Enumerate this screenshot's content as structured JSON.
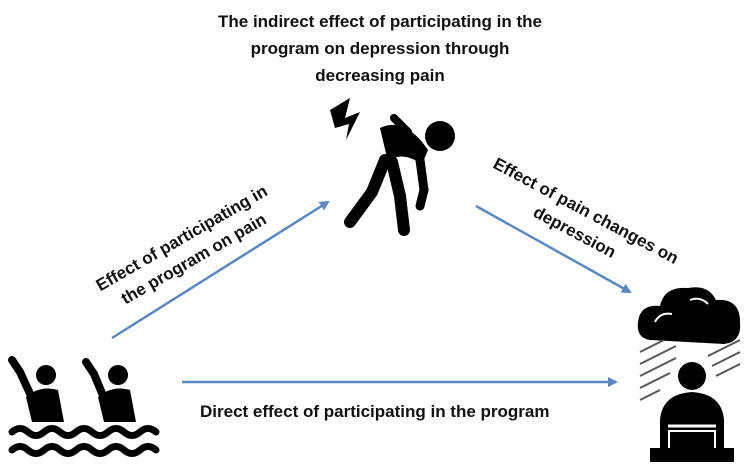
{
  "diagram": {
    "title_lines": [
      "The indirect effect of participating in the",
      "program on depression through",
      "decreasing pain"
    ],
    "left_edge_label_lines": [
      "Effect of participating in",
      "the program on pain"
    ],
    "right_edge_label_lines": [
      "Effect of pain changes on",
      "depression"
    ],
    "bottom_edge_label": "Direct effect of participating in the program"
  },
  "nodes": {
    "program": {
      "icon": "swimmers-icon"
    },
    "pain": {
      "icon": "person-in-pain-icon"
    },
    "depression": {
      "icon": "depressed-person-under-cloud-icon"
    }
  },
  "colors": {
    "arrow": "#5b86c2",
    "icon": "#000000",
    "text": "#111111"
  }
}
